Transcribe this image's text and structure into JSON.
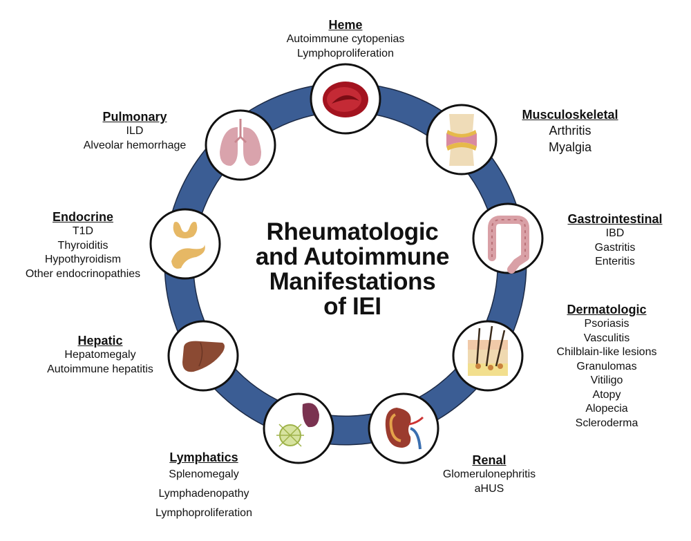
{
  "title": {
    "lines": [
      "Rheumatologic",
      "and Autoimmune",
      "Manifestations",
      "of IEI"
    ]
  },
  "colors": {
    "ring": "#3b5d94",
    "ring_outline": "#1c2a45",
    "node_fill": "#ffffff",
    "node_stroke": "#111111"
  },
  "nodes": [
    {
      "key": "heme",
      "heading": "Heme",
      "items": [
        "Autoimmune cytopenias",
        "Lymphoproliferation"
      ],
      "icon": "red-blood-cell-icon"
    },
    {
      "key": "musculoskeletal",
      "heading": "Musculoskeletal",
      "items": [
        "Arthritis",
        "Myalgia"
      ],
      "icon": "joint-icon"
    },
    {
      "key": "gastrointestinal",
      "heading": "Gastrointestinal",
      "items": [
        "IBD",
        "Gastritis",
        "Enteritis"
      ],
      "icon": "colon-icon"
    },
    {
      "key": "dermatologic",
      "heading": "Dermatologic",
      "items": [
        "Psoriasis",
        "Vasculitis",
        "Chilblain-like lesions",
        "Granulomas",
        "Vitiligo",
        "Atopy",
        "Alopecia",
        "Scleroderma"
      ],
      "icon": "skin-layers-icon"
    },
    {
      "key": "renal",
      "heading": "Renal",
      "items": [
        "Glomerulonephritis",
        "aHUS"
      ],
      "icon": "kidney-icon"
    },
    {
      "key": "lymphatics",
      "heading": "Lymphatics",
      "items": [
        "Splenomegaly",
        "Lymphadenopathy",
        "Lymphoproliferation"
      ],
      "icon": "spleen-lymph-node-icon"
    },
    {
      "key": "hepatic",
      "heading": "Hepatic",
      "items": [
        "Hepatomegaly",
        "Autoimmune hepatitis"
      ],
      "icon": "liver-icon"
    },
    {
      "key": "endocrine",
      "heading": "Endocrine",
      "items": [
        "T1D",
        "Thyroiditis",
        "Hypothyroidism",
        "Other endocrinopathies"
      ],
      "icon": "thyroid-pancreas-icon"
    },
    {
      "key": "pulmonary",
      "heading": "Pulmonary",
      "items": [
        "ILD",
        "Alveolar hemorrhage"
      ],
      "icon": "lungs-icon"
    }
  ]
}
